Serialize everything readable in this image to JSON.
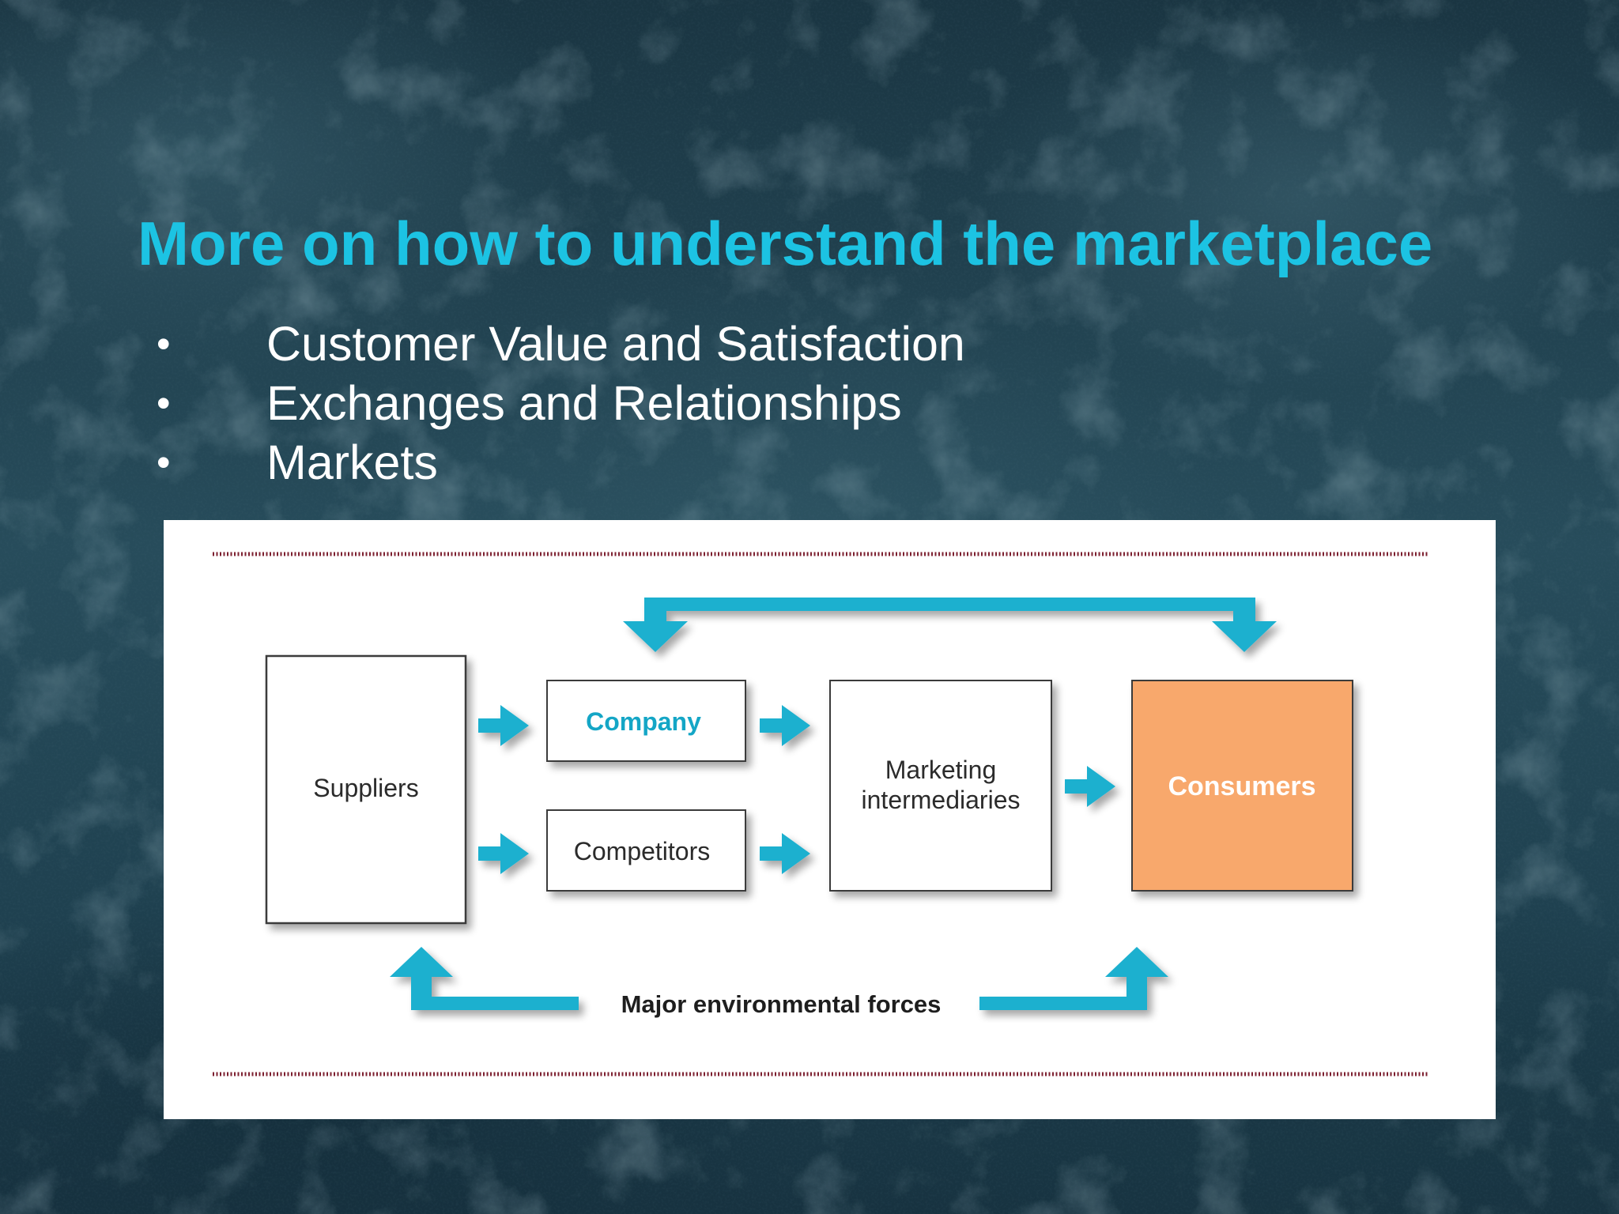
{
  "slide": {
    "title": "More on how to understand the marketplace",
    "bullet_glyph": "•",
    "bullets": [
      "Customer Value and Satisfaction",
      "Exchanges and Relationships",
      "Markets"
    ]
  },
  "diagram": {
    "nodes": {
      "suppliers": "Suppliers",
      "company": "Company",
      "competitors": "Competitors",
      "intermediaries_line1": "Marketing",
      "intermediaries_line2": "intermediaries",
      "consumers": "Consumers"
    },
    "forces_label": "Major environmental forces",
    "colors": {
      "arrow": "#1fb0cf",
      "accent_text": "#14a6c6",
      "consumers_fill": "#f8a86c",
      "box_border": "#3a3a3a",
      "dotted_rule": "#7d2030"
    },
    "icons": {
      "arrow": "arrow-icon",
      "bracket_arrow": "bidirectional-bracket-arrow-icon"
    }
  }
}
